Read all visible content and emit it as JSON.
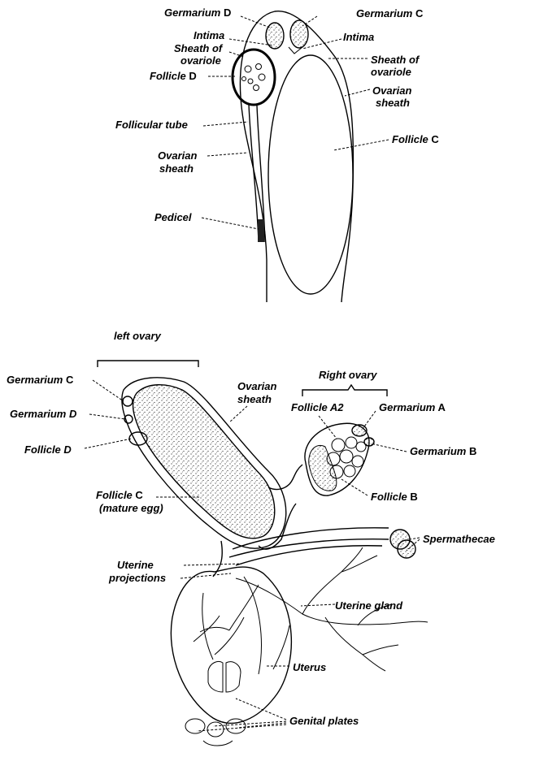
{
  "top_figure": {
    "labels": {
      "germarium_d": {
        "it": "Germarium",
        "rest": " D"
      },
      "germarium_c": {
        "it": "Germarium",
        "rest": " C"
      },
      "intima_left": "Intima",
      "intima_right": "Intima",
      "sheath_ovariole_left_1": "Sheath of",
      "sheath_ovariole_left_2": "ovariole",
      "sheath_ovariole_right_1": "Sheath of",
      "sheath_ovariole_right_2": "ovariole",
      "follicle_d": {
        "it": "Follicle",
        "rest": " D"
      },
      "ovarian_sheath_right_1": "Ovarian",
      "ovarian_sheath_right_2": "sheath",
      "follicular_tube": "Follicular tube",
      "follicle_c": {
        "it": "Follicle",
        "rest": " C"
      },
      "ovarian_sheath_left_1": "Ovarian",
      "ovarian_sheath_left_2": "sheath",
      "pedicel": "Pedicel"
    }
  },
  "bottom_figure": {
    "labels": {
      "left_ovary": "left ovary",
      "right_ovary": "Right ovary",
      "germarium_c": {
        "it": "Germarium",
        "rest": " C"
      },
      "germarium_d": "Germarium D",
      "follicle_d": "Follicle D",
      "ovarian_sheath_1": "Ovarian",
      "ovarian_sheath_2": "sheath",
      "follicle_a2": "Follicle A2",
      "germarium_a": {
        "it": "Germarium",
        "rest": " A"
      },
      "germarium_b": {
        "it": "Germarium",
        "rest": " B"
      },
      "follicle_b": {
        "it": "Follicle",
        "rest": " B"
      },
      "follicle_c_1": {
        "it": "Follicle",
        "rest": " C"
      },
      "follicle_c_2": "(mature egg)",
      "spermathecae": "Spermathecae",
      "uterine_projections_1": "Uterine",
      "uterine_projections_2": "projections",
      "uterine_gland": "Uterine gland",
      "uterus": "Uterus",
      "genital_plates": "Genital plates"
    }
  }
}
